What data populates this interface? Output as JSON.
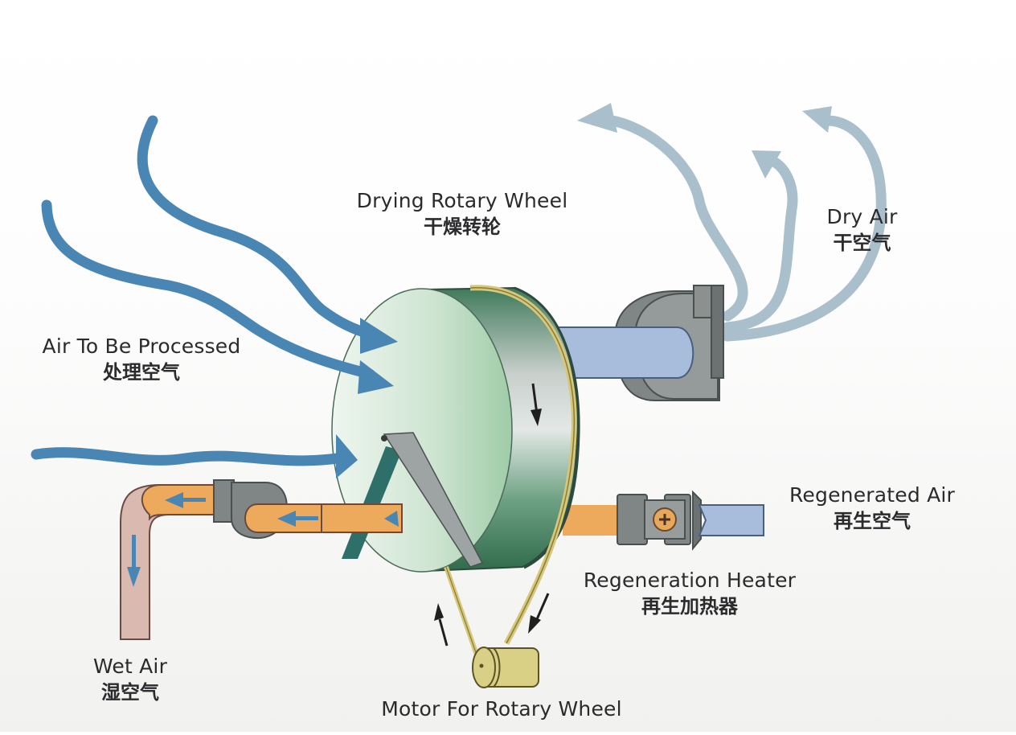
{
  "diagram": {
    "title": "Desiccant Rotary Wheel Dehumidifier",
    "colors": {
      "process_air": "#4a86b4",
      "dry_air": "#a9bfcb",
      "regen_hot_air": "#eeaa5c",
      "regen_inlet_air": "#a8bddc",
      "wet_air": "#d9b9b0",
      "wheel_face": "#cfe5d2",
      "wheel_rim": "#5b9475",
      "belt": "#d6c77a",
      "motor": "#d9cf85",
      "fan_housing": "#8f9594",
      "partition_bar": "#9ea3a3",
      "text": "#2b2b2e"
    },
    "components": [
      {
        "id": "wheel",
        "en": "Drying Rotary Wheel",
        "zh": "干燥转轮"
      },
      {
        "id": "process",
        "en": "Air To Be Processed",
        "zh": "处理空气"
      },
      {
        "id": "dry",
        "en": "Dry Air",
        "zh": "干空气"
      },
      {
        "id": "regen_air",
        "en": "Regenerated Air",
        "zh": "再生空气"
      },
      {
        "id": "heater",
        "en": "Regeneration Heater",
        "zh": "再生加热器"
      },
      {
        "id": "wet",
        "en": "Wet Air",
        "zh": "湿空气"
      },
      {
        "id": "motor",
        "en": "Motor For Rotary Wheel",
        "zh": ""
      }
    ],
    "flows": [
      {
        "name": "process-air-in",
        "from": "process",
        "to": "wheel",
        "count": 3
      },
      {
        "name": "dry-air-out",
        "from": "wheel",
        "to": "dry",
        "count": 3
      },
      {
        "name": "regen-air-in",
        "from": "regen_air",
        "to": "heater"
      },
      {
        "name": "regen-hot-air",
        "from": "heater",
        "to": "wheel"
      },
      {
        "name": "wet-air-out",
        "from": "wheel",
        "to": "wet"
      }
    ],
    "rotation": "clockwise (downward on rim)"
  }
}
